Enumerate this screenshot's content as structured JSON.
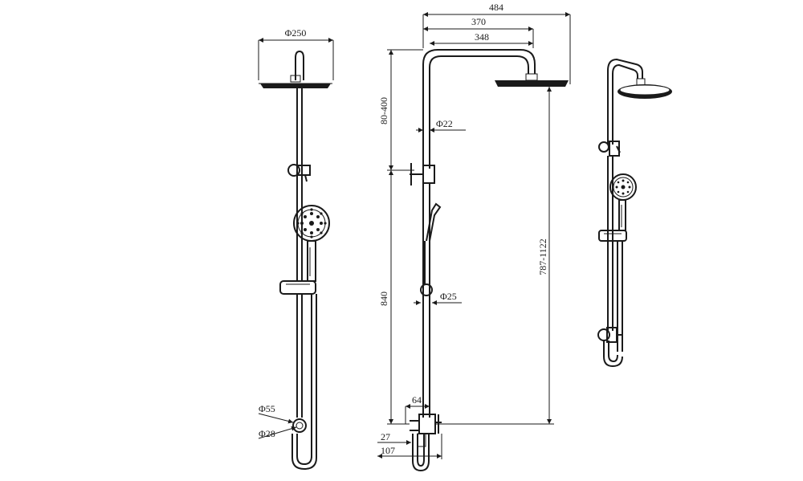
{
  "front_view": {
    "head_diameter": "Φ250",
    "outer_diameter": "Φ55",
    "inner_diameter": "Φ28"
  },
  "side_view": {
    "overall_width": "484",
    "mid_width": "370",
    "inner_width": "348",
    "top_height": "80-400",
    "riser_diameter": "Φ22",
    "slide_bar_height": "840",
    "holder_diameter": "Φ25",
    "total_height": "787-1122",
    "mixer_width": "64",
    "mixer_offset_small": "27",
    "mixer_offset_large": "107"
  },
  "iso_view": {}
}
